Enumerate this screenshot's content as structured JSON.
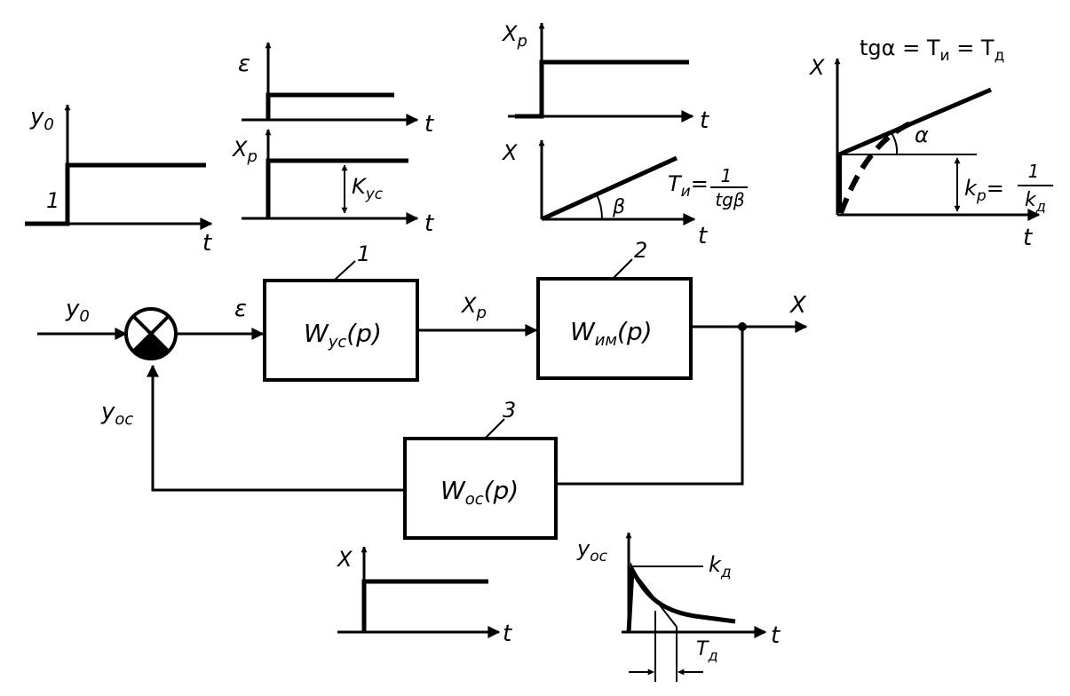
{
  "block_diagram": {
    "input_signal": "y",
    "input_signal_sub": "0",
    "error_signal": "ε",
    "regulator_output": "X",
    "regulator_output_sub": "p",
    "output_signal": "X",
    "feedback_signal": "y",
    "feedback_signal_sub": "oc",
    "blocks": [
      {
        "number": "1",
        "label": "W",
        "sub": "ус",
        "arg": "(p)"
      },
      {
        "number": "2",
        "label": "W",
        "sub": "им",
        "arg": "(p)"
      },
      {
        "number": "3",
        "label": "W",
        "sub": "oc",
        "arg": "(p)"
      }
    ]
  },
  "graphs": {
    "time_label": "t",
    "input_step": {
      "axis": "y",
      "axis_sub": "0",
      "step_value": "1"
    },
    "error_step": {
      "axis": "ε"
    },
    "amp_output": {
      "axis": "X",
      "axis_sub": "p",
      "gain": "K",
      "gain_sub": "ус"
    },
    "regulator_step": {
      "axis": "X",
      "axis_sub": "p"
    },
    "ramp": {
      "axis": "X",
      "angle": "β",
      "formula_lhs": "T",
      "formula_lhs_sub": "и",
      "formula_num": "1",
      "formula_den": "tgβ"
    },
    "pd_response": {
      "axis": "X",
      "angle": "α",
      "formula_top": "tgα = T",
      "formula_top_sub1": "и",
      "formula_top_mid": " = T",
      "formula_top_sub2": "д",
      "gain_lhs": "k",
      "gain_lhs_sub": "p",
      "gain_num": "1",
      "gain_den": "k",
      "gain_den_sub": "д"
    },
    "feedback_input_step": {
      "axis": "X"
    },
    "feedback_response": {
      "axis": "y",
      "axis_sub": "oc",
      "peak_label": "k",
      "peak_label_sub": "д",
      "time_const": "T",
      "time_const_sub": "д"
    }
  }
}
